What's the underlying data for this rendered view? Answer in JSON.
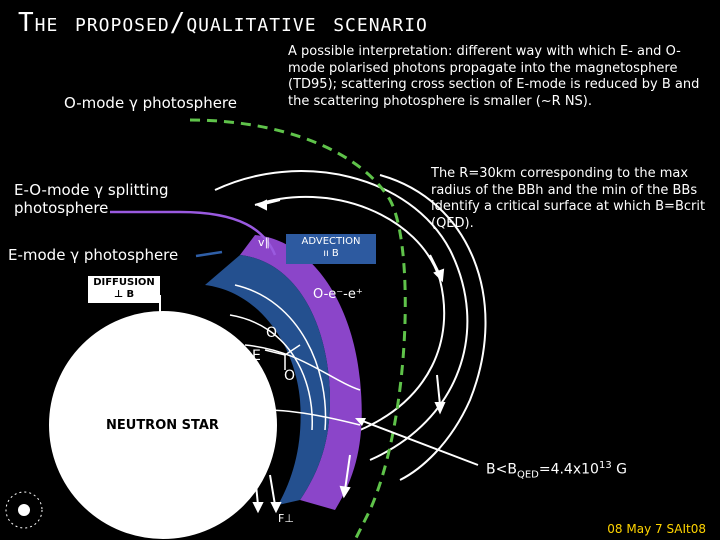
{
  "title": "The proposed/qualitative scenario",
  "interpretation_text": "A possible interpretation: different way with which E- and O-mode polarised photons propagate into the magnetosphere (TD95); scattering cross section of E-mode is reduced by B and the scattering photosphere is smaller (~R NS).",
  "critical_text": "The R=30km corresponding to the max radius of the BBh and the min of the BBs identify a critical surface at which B=Bcrit (QED).",
  "labels": {
    "o_mode": "O-mode γ photosphere",
    "eo_mode_line1": "E-O-mode γ splitting",
    "eo_mode_line2": "photosphere",
    "e_mode": "E-mode γ photosphere",
    "diffusion_line1": "DIFFUSION",
    "diffusion_line2": "⊥ B",
    "advection_line1": "ADVECTION",
    "advection_line2": "ıı B",
    "v_par": "v∥",
    "f_perp": "F⊥",
    "f_perp2": "F⊥",
    "neutron_star": "NEUTRON STAR",
    "oee": "O-e⁻-e⁺",
    "o_top": "O",
    "e_left": "E",
    "o_bottom": "O",
    "b_less": "B<B",
    "b_qed_sub": "QED",
    "b_value": "=4.4x10",
    "b_exp": "13",
    "b_unit": " G"
  },
  "footer": "08 May 7  SAIt08",
  "colors": {
    "o_mode": "#6ccb4a",
    "eo_mode": "#a64fd8",
    "e_mode": "#1f4e8c",
    "diffusion_box": "#ffffff",
    "advection_box": "#2d5aa0",
    "footer": "#ffd400"
  }
}
